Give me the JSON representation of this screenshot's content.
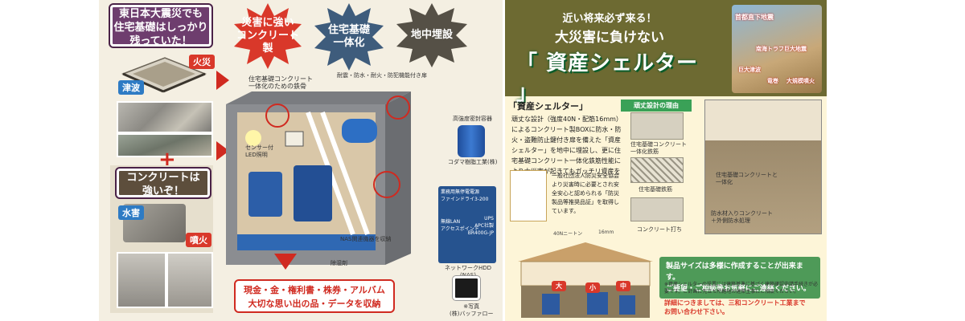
{
  "left": {
    "headline": "東日本大震災でも\n住宅基礎はしっかり\n残っていた！",
    "tags": {
      "fire": "火災",
      "tsunami": "津波",
      "flood": "水害",
      "eruption": "噴火"
    },
    "concrete_headline": "コンクリートは\n強いぞ！",
    "bursts": [
      {
        "label": "災害に強い\nコンクリート製",
        "color": "#d9382a"
      },
      {
        "label": "住宅基礎\n一体化",
        "color": "#3e5c7c"
      },
      {
        "label": "地中埋設",
        "color": "#555046"
      }
    ],
    "diagram_labels": {
      "rebar": "住宅基礎コンクリート\n一体化のための鉄骨",
      "top_note": "耐震・防水・耐火・防犯機能付き扉",
      "sensor_light": "センサー付\nLED照明",
      "container": "高強度密封容器",
      "container_maker": "コダマ樹脂工業(株)",
      "nas_storage": "NAS関連機器を収納",
      "drain": "除湿剤",
      "ups_title": "業務用無停電電源\nファインドライ3-200",
      "ups_left": "無線LAN\nアクセスポイント",
      "ups_right": "UPS\nAPC社製\nBR400G-JP",
      "nas_label": "ネットワークHDD\n(NAS)",
      "maker_label": "※写真\n(株)バッファロー"
    },
    "bottom_banner": "現金・金・権利書・株券・アルバム\n大切な思い出の品・データを収納"
  },
  "right": {
    "header_line1": "近い将来必ず来る！",
    "header_line2": "大災害に負けない",
    "header_title": "「 資産シェルター 」",
    "disaster_tags": [
      "首都直下地震",
      "南海トラフ巨大地震",
      "巨大津波",
      "竜巻",
      "大規模噴火"
    ],
    "section_title": "「資産シェルター」",
    "description": "頑丈な設計（強度40N・配筋16mm）によるコンクリート製BOXに防水・防火・盗難防止鍵付き扉を備えた「資産シェルター」を地中に埋設し、更に住宅基礎コンクリート一体化鉄筋性能により大災害が起きてもガッチリ資産を守ります。",
    "cert_text": "一般社団法人防災安全協会より災害時に必要とされ安全安心と認められる「防災製品等推奨品証」を取得しています。",
    "cert_spec": [
      "40Nニートン",
      "16mm"
    ],
    "design_title": "頑丈設計の理由",
    "design_steps": [
      "住宅基礎コンクリート一体化鉄筋",
      "住宅基礎鉄筋",
      "コンクリート打ち"
    ],
    "photo_labels": [
      "住宅基礎コンクリートと一体化",
      "防水材入りコンクリート\n＋外側防水処理"
    ],
    "house_tags": [
      "大",
      "小",
      "中"
    ],
    "notice_box": "製品サイズは多様に作成することが出来ます。\nご要望・ご相談等お気軽にご連絡ください。",
    "footnote": "※資産シェルターの設置には建築基準に基づく建築確認申請手続きが必要です。ご計画に先立ち所轄地の建築主事にご相談ください。",
    "contact": "詳細につきましては、三和コンクリート工業まで\nお問い合わせ下さい。"
  },
  "colors": {
    "accent_red": "#d9382a",
    "olive": "#6d6a32",
    "green": "#3aa157",
    "purple": "#6e3d6e"
  }
}
